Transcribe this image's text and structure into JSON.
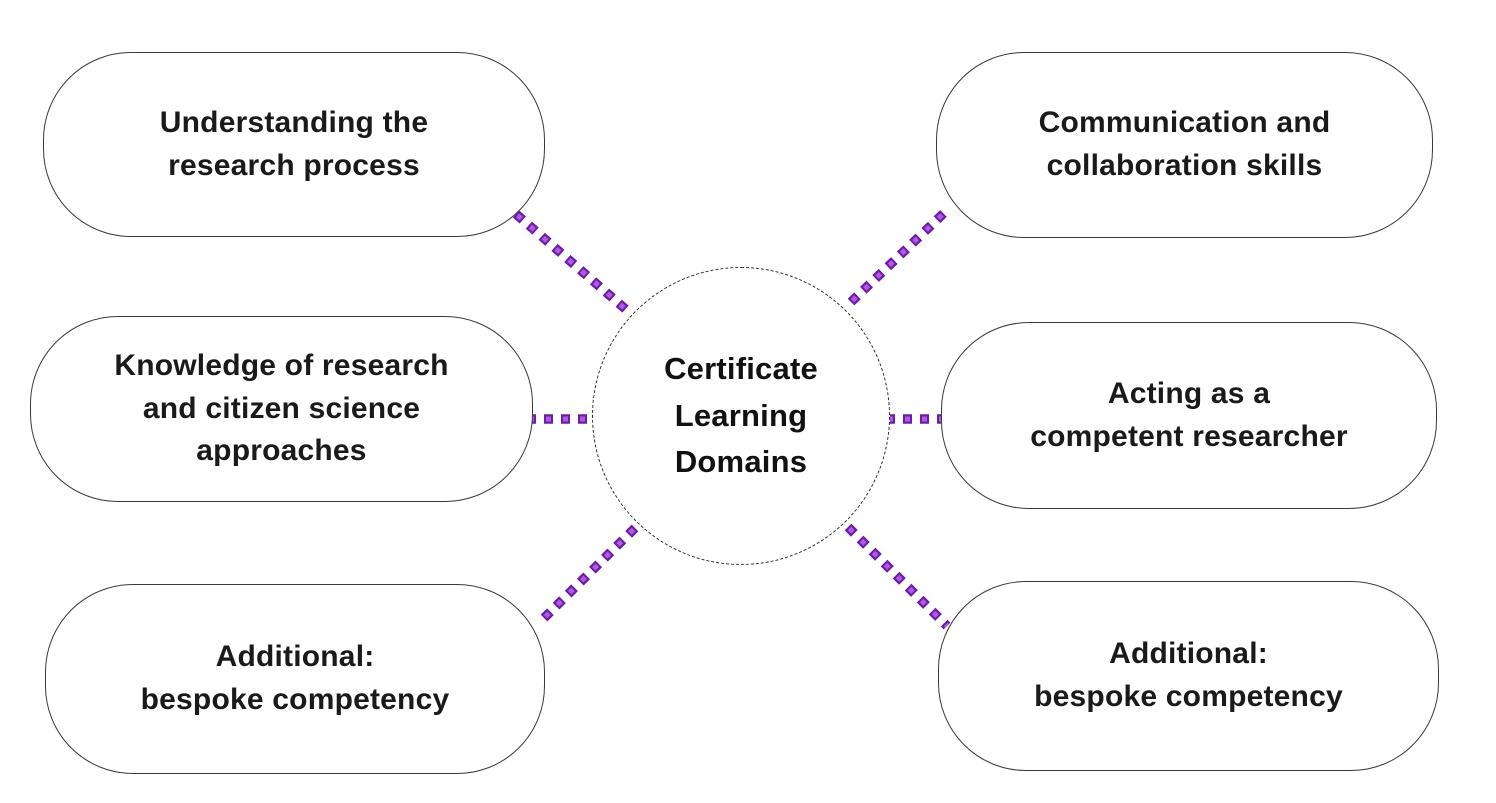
{
  "diagram": {
    "center": {
      "label": "Certificate\nLearning\nDomains"
    },
    "boxes": [
      {
        "id": "understanding-research-process",
        "label": "Understanding the\nresearch process"
      },
      {
        "id": "knowledge-research-citizen-science",
        "label": "Knowledge of research\nand citizen science\napproaches"
      },
      {
        "id": "additional-bespoke-competency-left",
        "label": "Additional:\nbespoke competency"
      },
      {
        "id": "communication-collaboration-skills",
        "label": "Communication and\ncollaboration skills"
      },
      {
        "id": "acting-competent-researcher",
        "label": "Acting as a\ncompetent researcher"
      },
      {
        "id": "additional-bespoke-competency-right",
        "label": "Additional:\nbespoke competency"
      }
    ],
    "colors": {
      "connector_fill": "#ab5ce0",
      "connector_outline": "#6f1ba6",
      "box_border": "#3a3a3a",
      "text": "#1a1a1a",
      "background": "#ffffff"
    }
  }
}
